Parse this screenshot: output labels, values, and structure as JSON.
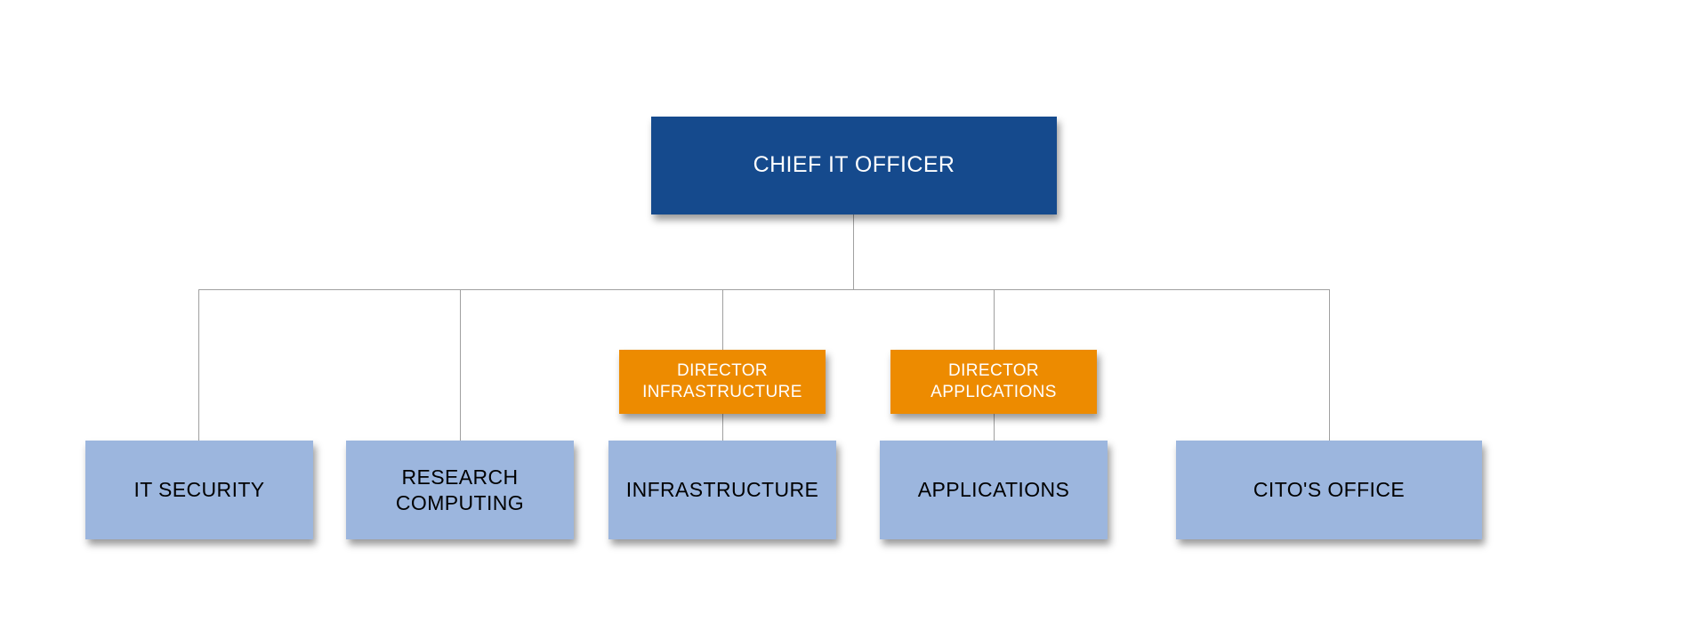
{
  "diagram": {
    "type": "org-chart",
    "nodes": {
      "cio": {
        "label": "CHIEF IT OFFICER",
        "level": 1
      },
      "director_infrastructure": {
        "label": "DIRECTOR\nINFRASTRUCTURE",
        "level": 2
      },
      "director_applications": {
        "label": "DIRECTOR\nAPPLICATIONS",
        "level": 2
      },
      "it_security": {
        "label": "IT SECURITY",
        "level": 3
      },
      "research_computing": {
        "label": "RESEARCH\nCOMPUTING",
        "level": 3
      },
      "infrastructure": {
        "label": "INFRASTRUCTURE",
        "level": 3
      },
      "applications": {
        "label": "APPLICATIONS",
        "level": 3
      },
      "citos_office": {
        "label": "CITO'S OFFICE",
        "level": 3
      }
    },
    "edges": [
      {
        "from": "cio",
        "to": "it_security"
      },
      {
        "from": "cio",
        "to": "research_computing"
      },
      {
        "from": "cio",
        "to": "director_infrastructure"
      },
      {
        "from": "cio",
        "to": "director_applications"
      },
      {
        "from": "cio",
        "to": "citos_office"
      },
      {
        "from": "director_infrastructure",
        "to": "infrastructure"
      },
      {
        "from": "director_applications",
        "to": "applications"
      }
    ]
  },
  "palette": {
    "level1": "#154A8D",
    "level2": "#ED8B00",
    "level3": "#9CB6DE",
    "line": "#A0A0A0",
    "text-light": "#FFFFFF",
    "text-dark": "#000000",
    "background": "#FFFFFF"
  }
}
